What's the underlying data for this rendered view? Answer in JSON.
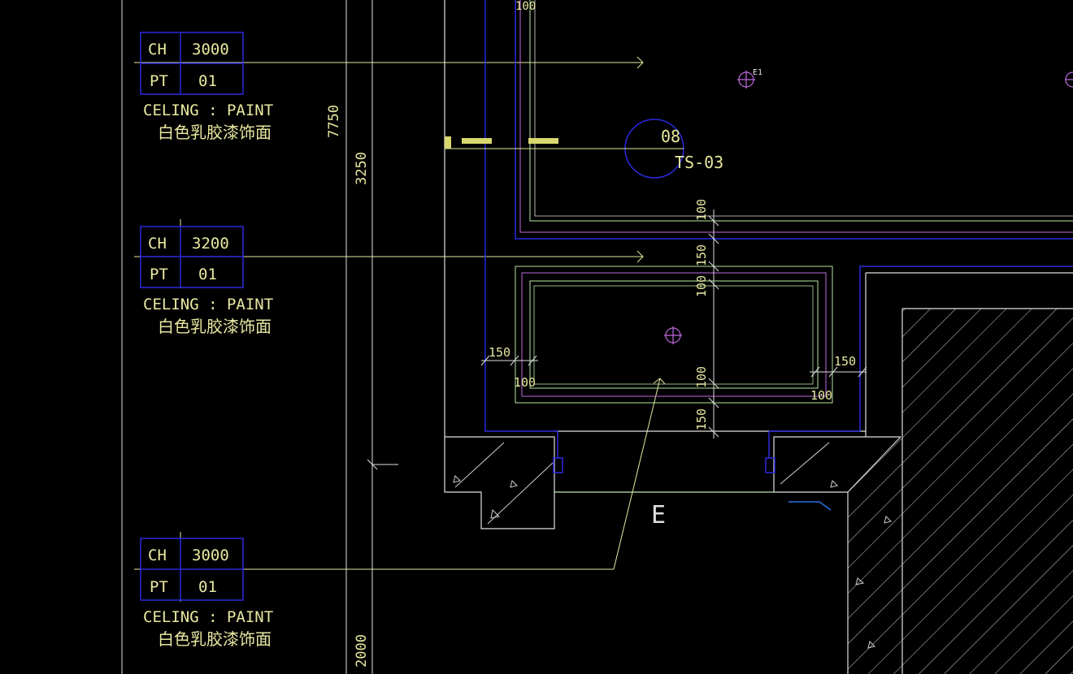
{
  "colors": {
    "background": "#000000",
    "white_line": "#e0e0e0",
    "yellow_line": "#e8e8a0",
    "blue_line": "#2a2adc",
    "light_blue": "#3070e0",
    "green_line": "#b6e8a0",
    "magenta_line": "#c06ae0",
    "bright_yellow": "#d8d870"
  },
  "ceiling_tags": [
    {
      "ch_label": "CH",
      "ch_value": "3000",
      "pt_label": "PT",
      "pt_value": "01",
      "note_en": "CELING : PAINT",
      "note_cn": "白色乳胶漆饰面"
    },
    {
      "ch_label": "CH",
      "ch_value": "3200",
      "pt_label": "PT",
      "pt_value": "01",
      "note_en": "CELING : PAINT",
      "note_cn": "白色乳胶漆饰面"
    },
    {
      "ch_label": "CH",
      "ch_value": "3000",
      "pt_label": "PT",
      "pt_value": "01",
      "note_en": "CELING : PAINT",
      "note_cn": "白色乳胶漆饰面"
    }
  ],
  "dimensions": {
    "d_100_top": "100",
    "d_7750": "7750",
    "d_3250": "3250",
    "d_2000": "2000",
    "v_100_a": "100",
    "v_150_a": "150",
    "v_100_b": "100",
    "v_100_c": "100",
    "v_150_b": "150",
    "h_150_left": "150",
    "h_100_left": "100",
    "h_150_right": "150",
    "h_100_right": "100"
  },
  "labels": {
    "bubble_number": "08",
    "bubble_code": "TS-03",
    "light_tag": "E1",
    "grid_letter": "E"
  }
}
